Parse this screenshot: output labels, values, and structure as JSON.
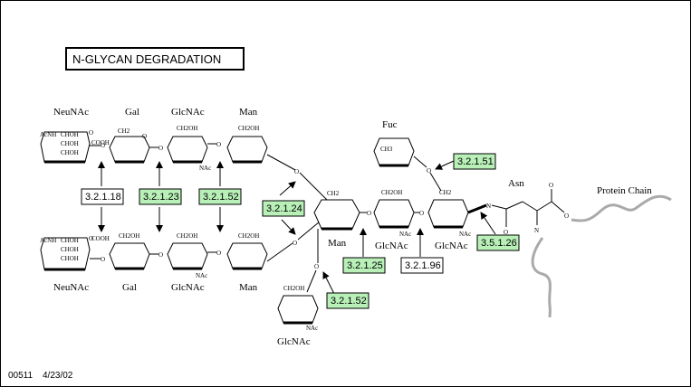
{
  "title": "N-GLYCAN DEGRADATION",
  "footer": {
    "map_id": "00511",
    "date": "4/23/02"
  },
  "labels": {
    "neunac_top": "NeuNAc",
    "gal_top": "Gal",
    "glcnac_top": "GlcNAc",
    "man_top": "Man",
    "fuc": "Fuc",
    "asn": "Asn",
    "protein_chain": "Protein Chain",
    "neunac_bottom": "NeuNAc",
    "gal_bottom": "Gal",
    "glcnac_bottom": "GlcNAc",
    "man_bottom": "Man",
    "man_core": "Man",
    "glcnac_core1": "GlcNAc",
    "glcnac_core2": "GlcNAc",
    "glcnac_bisect": "GlcNAc"
  },
  "enzymes": [
    {
      "id": "ec_3_2_1_18",
      "label": "3.2.1.18",
      "style": "white"
    },
    {
      "id": "ec_3_2_1_23",
      "label": "3.2.1.23",
      "style": "green"
    },
    {
      "id": "ec_3_2_1_52_a",
      "label": "3.2.1.52",
      "style": "green"
    },
    {
      "id": "ec_3_2_1_24",
      "label": "3.2.1.24",
      "style": "green"
    },
    {
      "id": "ec_3_2_1_51",
      "label": "3.2.1.51",
      "style": "green"
    },
    {
      "id": "ec_3_2_1_25",
      "label": "3.2.1.25",
      "style": "green"
    },
    {
      "id": "ec_3_2_1_96",
      "label": "3.2.1.96",
      "style": "white"
    },
    {
      "id": "ec_3_5_1_26",
      "label": "3.5.1.26",
      "style": "green"
    },
    {
      "id": "ec_3_2_1_52_b",
      "label": "3.2.1.52",
      "style": "green"
    }
  ],
  "ring_annotations": {
    "acnh": "AcNH",
    "choh": "CHOH",
    "ch2oh": "CH2OH",
    "cooh": "COOH",
    "ch3": "CH3",
    "ch2": "CH2",
    "nac": "NAc",
    "o": "O",
    "n": "N"
  },
  "colors": {
    "enzyme_present": "#b8f0b8",
    "enzyme_absent": "#ffffff",
    "protein_chain": "#aaaaaa"
  }
}
